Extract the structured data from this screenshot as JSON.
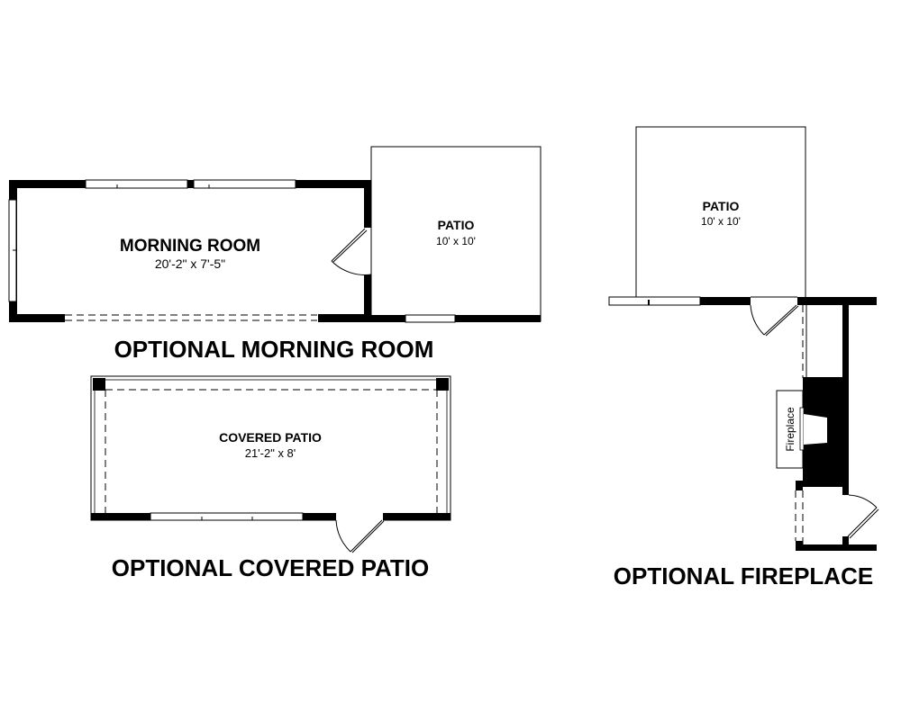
{
  "morning_room_plan": {
    "room_name": "MORNING ROOM",
    "room_size": "20'-2\" x 7'-5\"",
    "patio_name": "PATIO",
    "patio_size": "10' x 10'",
    "caption": "OPTIONAL MORNING ROOM"
  },
  "covered_patio_plan": {
    "room_name": "COVERED PATIO",
    "room_size": "21'-2\" x 8'",
    "caption": "OPTIONAL COVERED PATIO"
  },
  "fireplace_plan": {
    "patio_name": "PATIO",
    "patio_size": "10' x 10'",
    "fireplace_label": "Fireplace",
    "caption": "OPTIONAL FIREPLACE"
  }
}
